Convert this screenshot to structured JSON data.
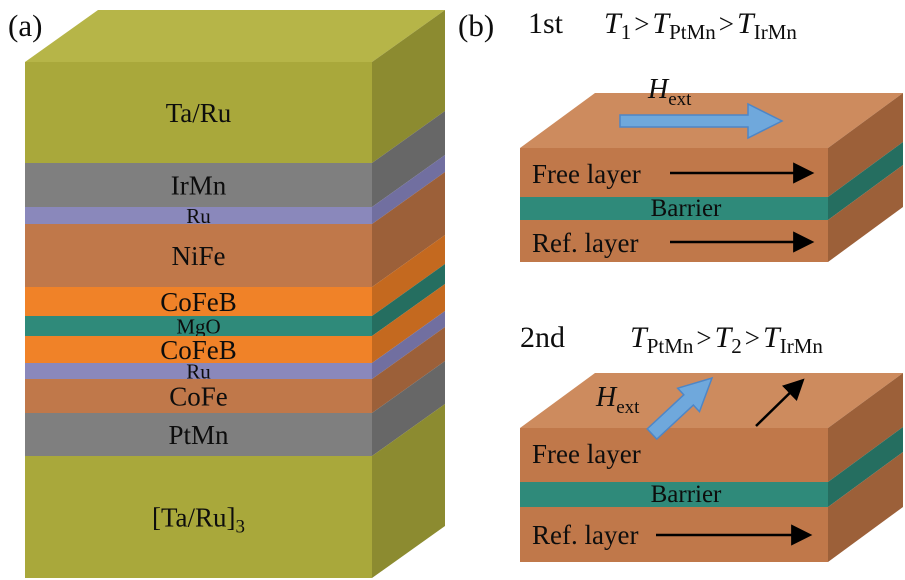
{
  "colors": {
    "background": "#ffffff",
    "olive": "#a9a83b",
    "olive_side": "#8c8b30",
    "olive_top": "#b6b548",
    "gray": "#7f7f7f",
    "gray_side": "#676767",
    "purple": "#8a88bb",
    "purple_side": "#716fa0",
    "brown": "#c0784a",
    "brown_side": "#9c6039",
    "brown_top": "#cd8b5e",
    "orange": "#f08228",
    "orange_side": "#c4691f",
    "teal": "#2f8a7a",
    "teal_side": "#256e60",
    "arrow_blue": "#6fa8dc",
    "arrow_blue_edge": "#4e86c6",
    "arrow_black": "#000000"
  },
  "panel_a": {
    "label": "(a)",
    "layers": [
      {
        "label": "Ta/Ru",
        "color": "olive",
        "h": 101
      },
      {
        "label": "IrMn",
        "color": "gray",
        "h": 44
      },
      {
        "label": "Ru",
        "color": "purple",
        "h": 17,
        "small": true
      },
      {
        "label": "NiFe",
        "color": "brown",
        "h": 63
      },
      {
        "label": "CoFeB",
        "color": "orange",
        "h": 29
      },
      {
        "label": "MgO",
        "color": "teal",
        "h": 20,
        "small": true
      },
      {
        "label": "CoFeB",
        "color": "orange",
        "h": 27
      },
      {
        "label": "Ru",
        "color": "purple",
        "h": 16,
        "small": true
      },
      {
        "label": "CoFe",
        "color": "brown",
        "h": 34
      },
      {
        "label": "PtMn",
        "color": "gray",
        "h": 43
      },
      {
        "label": "[Ta/Ru]",
        "sub": "3",
        "color": "olive",
        "h": 122
      }
    ]
  },
  "panel_b": {
    "label": "(b)",
    "step1": {
      "name": "1st",
      "formula": {
        "t1": "T",
        "s1": "1",
        "op1": ">",
        "t2": "T",
        "s2": "PtMn",
        "op2": ">",
        "t3": "T",
        "s3": "IrMn"
      },
      "h": {
        "base": "H",
        "sub": "ext"
      },
      "box": {
        "free": "Free layer",
        "barrier": "Barrier",
        "ref": "Ref. layer"
      }
    },
    "step2": {
      "name": "2nd",
      "formula": {
        "t1": "T",
        "s1": "PtMn",
        "op1": ">",
        "t2": "T",
        "s2": "2",
        "op2": ">",
        "t3": "T",
        "s3": "IrMn"
      },
      "h": {
        "base": "H",
        "sub": "ext"
      },
      "box": {
        "free": "Free layer",
        "barrier": "Barrier",
        "ref": "Ref.  layer"
      }
    }
  }
}
